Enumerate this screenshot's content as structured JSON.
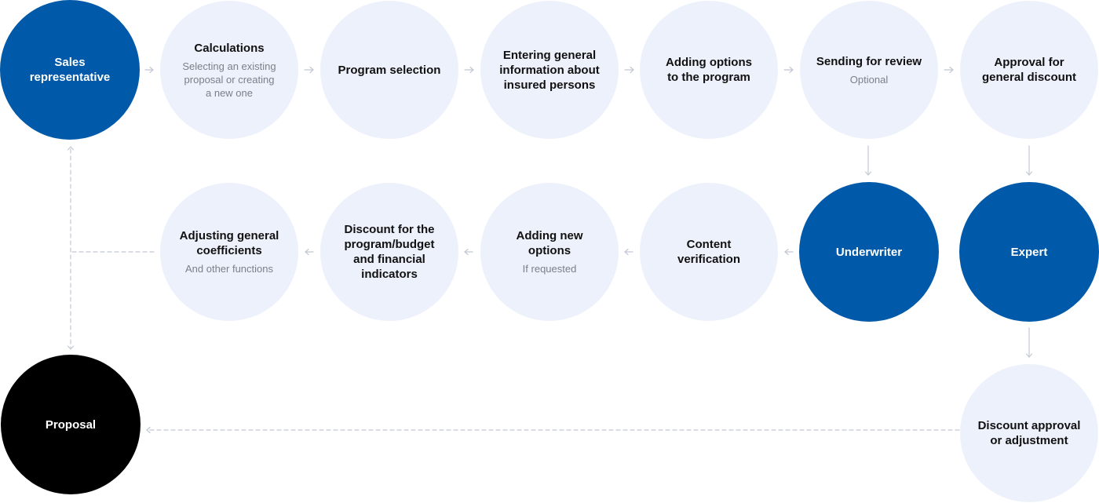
{
  "colors": {
    "node_light": "#edf1fb",
    "node_accent": "#005aa9",
    "node_final": "#000000",
    "connector": "#c3c8d4"
  },
  "nodes": {
    "sales_rep": {
      "title": "Sales\nrepresentative"
    },
    "calculations": {
      "title": "Calculations",
      "subtitle": "Selecting an existing\nproposal or creating\na new one"
    },
    "program_selection": {
      "title": "Program selection"
    },
    "general_info": {
      "title": "Entering general\ninformation about\ninsured persons"
    },
    "adding_options": {
      "title": "Adding options\nto the program"
    },
    "sending_review": {
      "title": "Sending for review",
      "subtitle": "Optional"
    },
    "approval_discount": {
      "title": "Approval for\ngeneral discount"
    },
    "adjusting_coefficients": {
      "title": "Adjusting general\ncoefficients",
      "subtitle": "And other functions"
    },
    "discount_program": {
      "title": "Discount for the\nprogram/budget\nand financial\nindicators"
    },
    "adding_new_options": {
      "title": "Adding new\noptions",
      "subtitle": "If requested"
    },
    "content_verification": {
      "title": "Content\nverification"
    },
    "underwriter": {
      "title": "Underwriter"
    },
    "expert": {
      "title": "Expert"
    },
    "proposal": {
      "title": "Proposal"
    },
    "discount_approval": {
      "title": "Discount approval\nor adjustment"
    }
  }
}
